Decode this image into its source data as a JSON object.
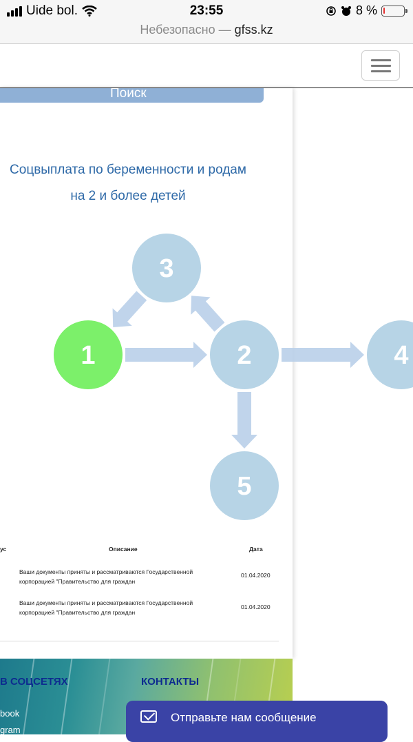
{
  "status_bar": {
    "carrier": "Uide bol.",
    "time": "23:55",
    "battery": "8 %",
    "battery_level_percent": 8,
    "url_prefix": "Небезопасно — ",
    "url_domain": "gfss.kz"
  },
  "search": {
    "label": "Поиск"
  },
  "title": {
    "line1": "Соцвыплата по беременности и родам",
    "line2": "на 2 и более детей"
  },
  "diagram": {
    "nodes": [
      {
        "id": "1",
        "label": "1",
        "color": "#7cf06a",
        "active": true
      },
      {
        "id": "2",
        "label": "2",
        "color": "#b7d4e6",
        "active": false
      },
      {
        "id": "3",
        "label": "3",
        "color": "#b7d4e6",
        "active": false
      },
      {
        "id": "4",
        "label": "4",
        "color": "#b7d4e6",
        "active": false
      },
      {
        "id": "5",
        "label": "5",
        "color": "#b7d4e6",
        "active": false
      }
    ],
    "edges": [
      {
        "from": "1",
        "to": "2"
      },
      {
        "from": "2",
        "to": "3"
      },
      {
        "from": "3",
        "to": "1"
      },
      {
        "from": "2",
        "to": "4"
      },
      {
        "from": "2",
        "to": "5"
      }
    ],
    "arrow_color": "#b9cfe9"
  },
  "table": {
    "headers": {
      "status": "ус",
      "description": "Описание",
      "date": "Дата"
    },
    "rows": [
      {
        "description": "Ваши документы приняты и рассматриваются Государственной корпорацией \"Правительство для граждан",
        "date": "01.04.2020"
      },
      {
        "description": "Ваши документы приняты и рассматриваются Государственной корпорацией \"Правительство для граждан",
        "date": "01.04.2020"
      }
    ]
  },
  "footer": {
    "social_title": "В СОЦСЕТЯХ",
    "contacts_title": "КОНТАКТЫ",
    "links": [
      "book",
      "gram"
    ]
  },
  "message_widget": {
    "label": "Отправьте нам сообщение"
  }
}
